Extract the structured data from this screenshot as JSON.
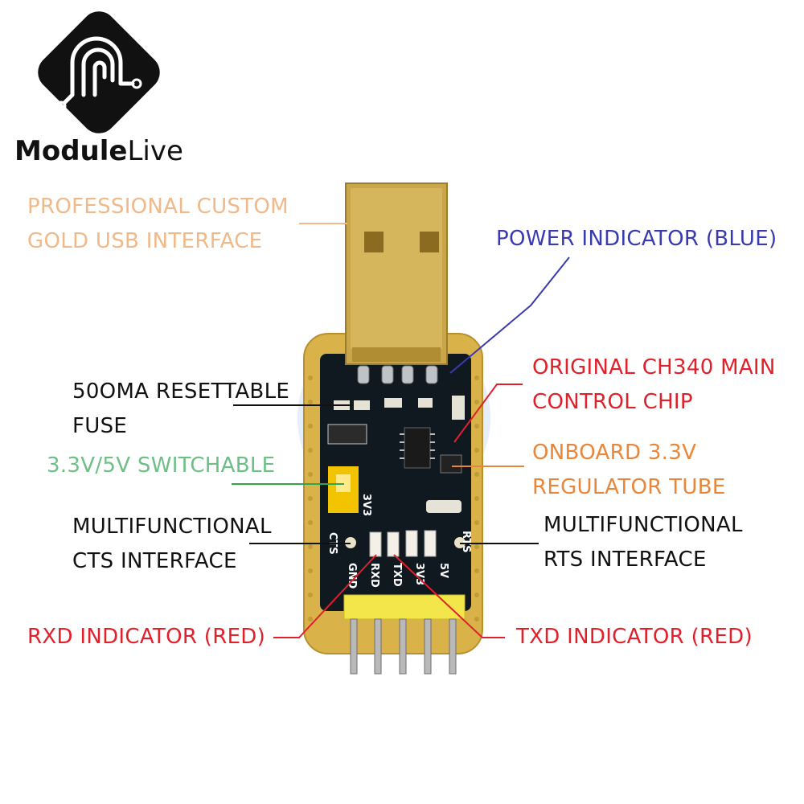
{
  "brand": {
    "name_bold": "Module",
    "name_light": "Live",
    "logo_icon": "modulelive-logo-icon"
  },
  "callouts": {
    "usb": {
      "line1": "PROFESSIONAL CUSTOM",
      "line2": "GOLD USB INTERFACE",
      "color": "#f0b98a"
    },
    "power": {
      "line1": "POWER INDICATOR (BLUE)",
      "color": "#3a3ab0"
    },
    "chip": {
      "line1": "ORIGINAL CH340 MAIN",
      "line2": "CONTROL CHIP",
      "color": "#e0202a"
    },
    "fuse": {
      "line1": "50OMA RESETTABLE",
      "line2": "FUSE",
      "color": "#111111"
    },
    "switch": {
      "line1": "3.3V/5V SWITCHABLE",
      "color": "#6dbf86"
    },
    "regulator": {
      "line1": "ONBOARD 3.3V",
      "line2": "REGULATOR TUBE",
      "color": "#e8863a"
    },
    "cts": {
      "line1": "MULTIFUNCTIONAL",
      "line2": "CTS INTERFACE",
      "color": "#111111"
    },
    "rts": {
      "line1": "MULTIFUNCTIONAL",
      "line2": "RTS INTERFACE",
      "color": "#111111"
    },
    "rxd": {
      "line1": "RXD INDICATOR (RED)",
      "color": "#e0202a"
    },
    "txd": {
      "line1": "TXD INDICATOR (RED)",
      "color": "#e0202a"
    }
  },
  "board": {
    "silk_cts": "CTS",
    "silk_rts": "RTS",
    "silk_3v3_jumper": "3V3",
    "pins": [
      "GND",
      "RXD",
      "TXD",
      "3V3",
      "5V"
    ],
    "pcb_color": "#101820",
    "gold_color": "#d9b24a",
    "header_color": "#f2e64a"
  }
}
